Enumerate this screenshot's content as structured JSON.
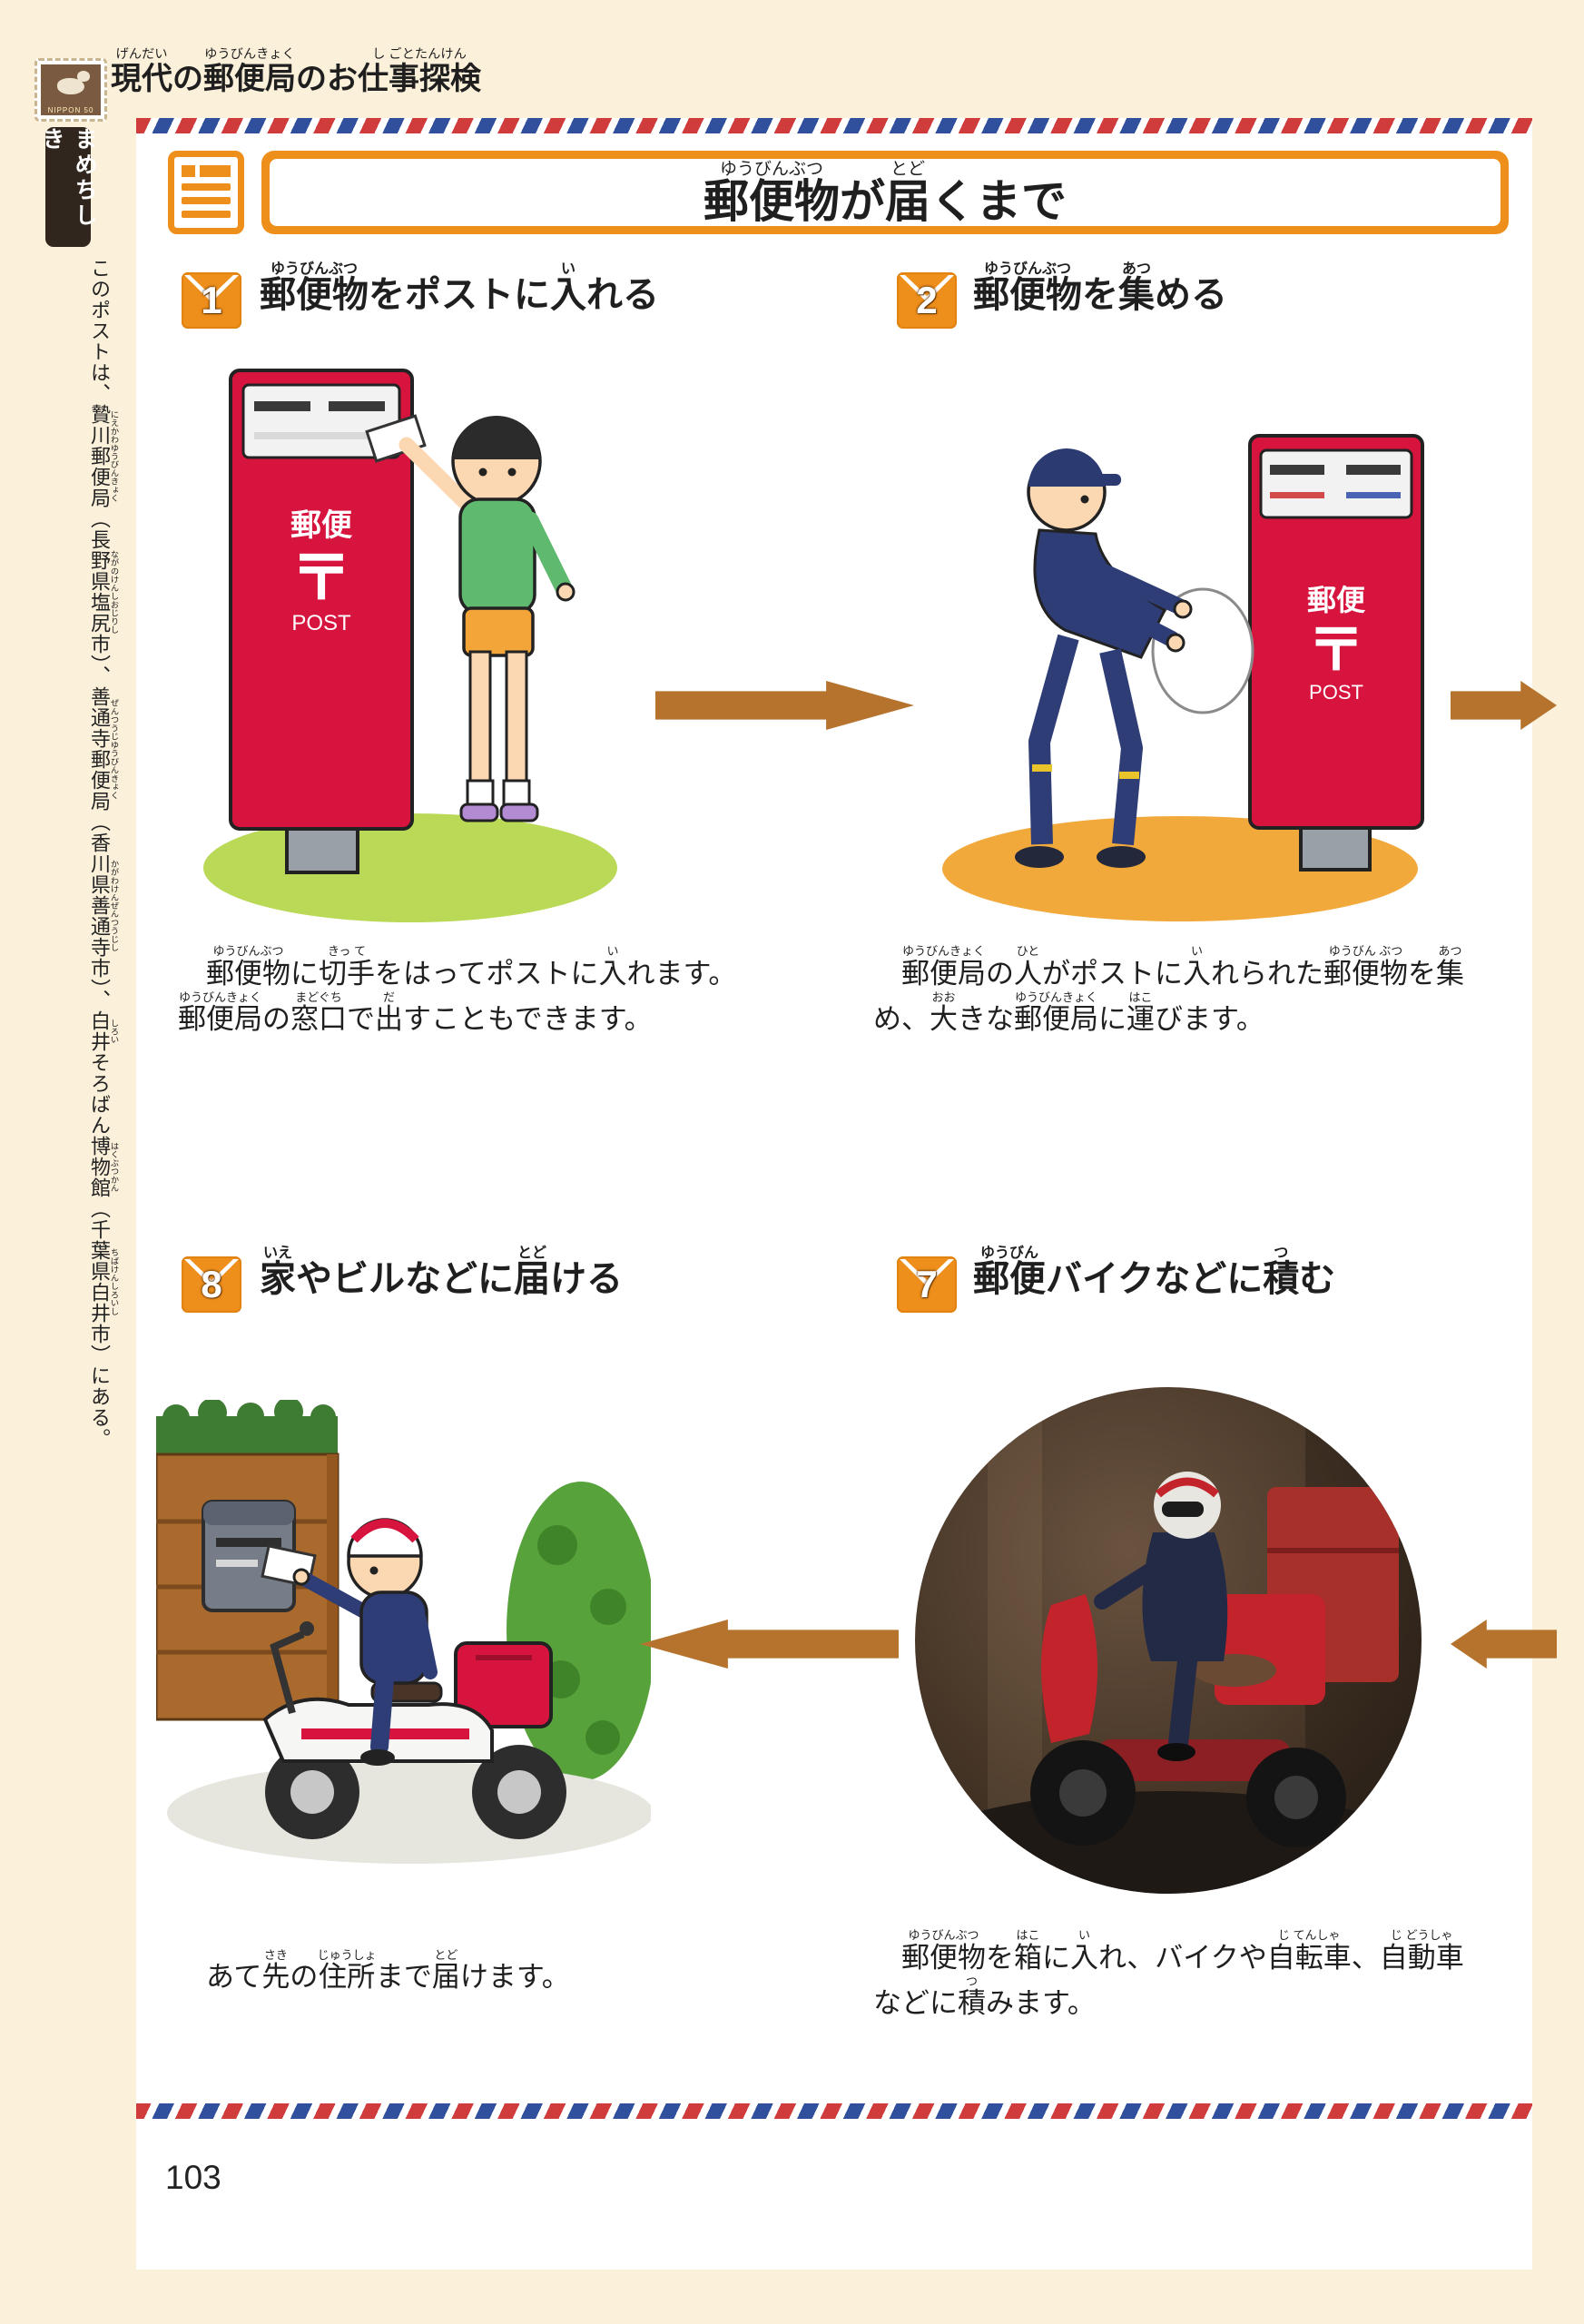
{
  "header": {
    "title": "｜現代《げんだい》の｜郵便局《ゆうびんきょく》のお｜仕事探検《し ごとたんけん》",
    "stamp_label": "NIPPON 50"
  },
  "sidebar": {
    "tab": "まめちしき",
    "note": "このポストは、｜贄川郵便局《にえかわゆうびんきょく》（｜長野県塩尻市《ながのけんしおじりし》）、｜善通寺郵便局《ぜんつうじゆうびんきょく》（｜香川県善通寺市《かがわけんぜんつうじし》）、｜白井《しろい》そろばん｜博物館《はくぶつかん》（｜千葉県白井市《ちばけんしろいし》）にある。"
  },
  "banner": {
    "title": "｜郵便物《ゆうびんぶつ》が｜届《とど》くまで"
  },
  "postbox": {
    "name": "郵便",
    "mark": "〒",
    "post": "POST"
  },
  "steps": [
    {
      "number": "1",
      "heading": "｜郵便物《ゆうびんぶつ》をポストに｜入《い》れる",
      "caption": "　｜郵便物《ゆうびんぶつ》に｜切手《きっ て》をはってポストに｜入《い》れます。｜郵便局《ゆうびんきょく》の｜窓口《まどぐち》で｜出《だ》すこともできます。"
    },
    {
      "number": "2",
      "heading": "｜郵便物《ゆうびんぶつ》を｜集《あつ》める",
      "caption": "　｜郵便局《ゆうびんきょく》の｜人《ひと》がポストに｜入《い》れられた｜郵便物《ゆうびん ぶつ》を｜集《あつ》め、｜大《おお》きな｜郵便局《ゆうびんきょく》に｜運《はこ》びます。"
    },
    {
      "number": "8",
      "heading": "｜家《いえ》やビルなどに｜届《とど》ける",
      "caption": "　あて｜先《さき》の｜住所《じゅうしょ》まで｜届《とど》けます。"
    },
    {
      "number": "7",
      "heading": "｜郵便《ゆうびん》バイクなどに｜積《つ》む",
      "caption": "　｜郵便物《ゆうびんぶつ》を｜箱《はこ》に｜入《い》れ、バイクや｜自転車《じ てんしゃ》、｜自動車《じ どうしゃ》などに｜積《つ》みます。"
    }
  ],
  "page_number": "103",
  "colors": {
    "accent_orange": "#ee8f1c",
    "postbox_red": "#d6143e",
    "arrow_brown": "#b5732e",
    "stripe_red": "#d03c3c",
    "stripe_blue": "#30509e"
  }
}
